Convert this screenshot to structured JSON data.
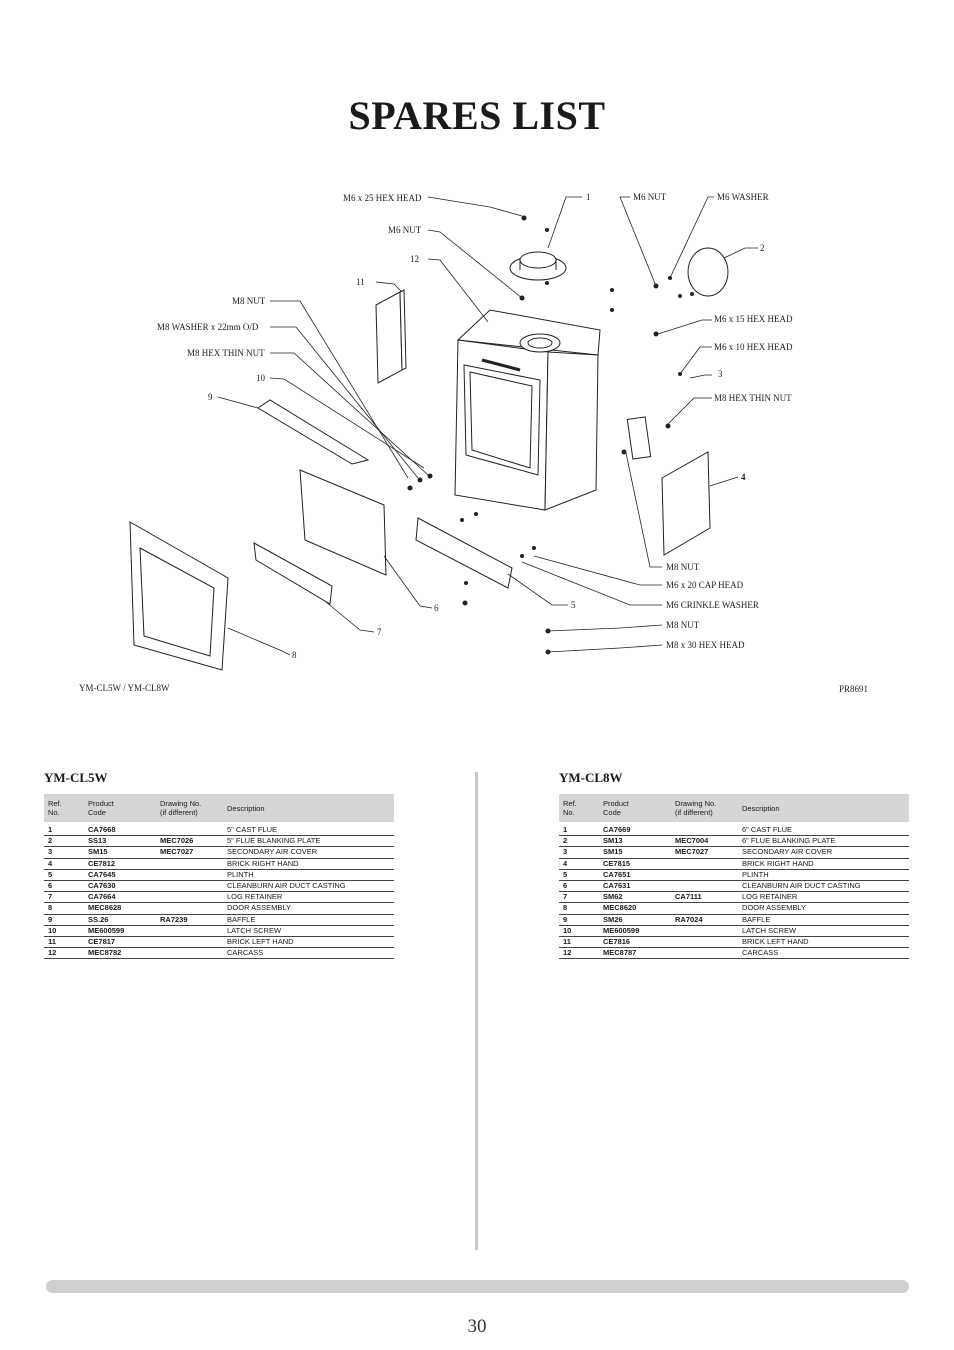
{
  "page": {
    "title": "SPARES LIST",
    "page_number": "30"
  },
  "diagram": {
    "model_caption": "YM-CL5W / YM-CL8W",
    "ref_code": "PR8691",
    "labels": {
      "m6_25_hex_head": "M6 x 25 HEX HEAD",
      "m6_nut_top": "M6 NUT",
      "m6_nut_right": "M6 NUT",
      "m6_washer": "M6 WASHER",
      "m8_nut_left": "M8 NUT",
      "m8_washer": "M8 WASHER x 22mm O/D",
      "m8_hex_thin_nut_left": "M8 HEX THIN NUT",
      "m6_15_hex_head": "M6 x 15 HEX HEAD",
      "m6_10_hex_head": "M6 x 10 HEX HEAD",
      "m8_hex_thin_nut_right": "M8 HEX THIN NUT",
      "m8_nut_r1": "M8 NUT",
      "m6_20_cap_head": "M6 x 20 CAP HEAD",
      "m6_crinkle_washer": "M6 CRINKLE WASHER",
      "m8_nut_r2": "M8 NUT",
      "m8_30_hex_head": "M8 x 30 HEX HEAD"
    },
    "numbers": {
      "n1": "1",
      "n2": "2",
      "n3": "3",
      "n4": "4",
      "n5": "5",
      "n6": "6",
      "n7": "7",
      "n8": "8",
      "n9": "9",
      "n10": "10",
      "n11": "11",
      "n12": "12"
    }
  },
  "tables": {
    "header": {
      "ref": [
        "Ref.",
        "No."
      ],
      "code": [
        "Product",
        "Code"
      ],
      "drawing": [
        "Drawing No.",
        "(if different)"
      ],
      "description": "Description"
    },
    "cl5w": {
      "title": "YM-CL5W",
      "rows": [
        {
          "ref": "1",
          "code": "CA7668",
          "drawing": "",
          "description": "5\" CAST FLUE"
        },
        {
          "ref": "2",
          "code": "SS13",
          "drawing": "MEC7026",
          "description": "5\" FLUE BLANKING PLATE"
        },
        {
          "ref": "3",
          "code": "SM15",
          "drawing": "MEC7027",
          "description": "SECONDARY AIR COVER"
        },
        {
          "ref": "4",
          "code": "CE7812",
          "drawing": "",
          "description": "BRICK RIGHT HAND"
        },
        {
          "ref": "5",
          "code": "CA7645",
          "drawing": "",
          "description": "PLINTH"
        },
        {
          "ref": "6",
          "code": "CA7630",
          "drawing": "",
          "description": "CLEANBURN AIR DUCT CASTING"
        },
        {
          "ref": "7",
          "code": "CA7664",
          "drawing": "",
          "description": "LOG RETAINER"
        },
        {
          "ref": "8",
          "code": "MEC8628",
          "drawing": "",
          "description": "DOOR ASSEMBLY"
        },
        {
          "ref": "9",
          "code": "SS.26",
          "drawing": "RA7239",
          "description": "BAFFLE"
        },
        {
          "ref": "10",
          "code": "ME600599",
          "drawing": "",
          "description": "LATCH SCREW"
        },
        {
          "ref": "11",
          "code": "CE7817",
          "drawing": "",
          "description": "BRICK LEFT HAND"
        },
        {
          "ref": "12",
          "code": "MEC8782",
          "drawing": "",
          "description": "CARCASS"
        }
      ]
    },
    "cl8w": {
      "title": "YM-CL8W",
      "rows": [
        {
          "ref": "1",
          "code": "CA7669",
          "drawing": "",
          "description": "6\" CAST FLUE"
        },
        {
          "ref": "2",
          "code": "SM13",
          "drawing": "MEC7004",
          "description": "6\" FLUE BLANKING PLATE"
        },
        {
          "ref": "3",
          "code": "SM15",
          "drawing": "MEC7027",
          "description": "SECONDARY AIR COVER"
        },
        {
          "ref": "4",
          "code": "CE7815",
          "drawing": "",
          "description": "BRICK RIGHT HAND"
        },
        {
          "ref": "5",
          "code": "CA7651",
          "drawing": "",
          "description": "PLINTH"
        },
        {
          "ref": "6",
          "code": "CA7631",
          "drawing": "",
          "description": "CLEANBURN AIR DUCT CASTING"
        },
        {
          "ref": "7",
          "code": "SM62",
          "drawing": "CA7111",
          "description": "LOG RETAINER"
        },
        {
          "ref": "8",
          "code": "MEC8620",
          "drawing": "",
          "description": "DOOR ASSEMBLY"
        },
        {
          "ref": "9",
          "code": "SM26",
          "drawing": "RA7024",
          "description": "BAFFLE"
        },
        {
          "ref": "10",
          "code": "ME600599",
          "drawing": "",
          "description": "LATCH SCREW"
        },
        {
          "ref": "11",
          "code": "CE7816",
          "drawing": "",
          "description": "BRICK LEFT HAND"
        },
        {
          "ref": "12",
          "code": "MEC8787",
          "drawing": "",
          "description": "CARCASS"
        }
      ]
    }
  }
}
